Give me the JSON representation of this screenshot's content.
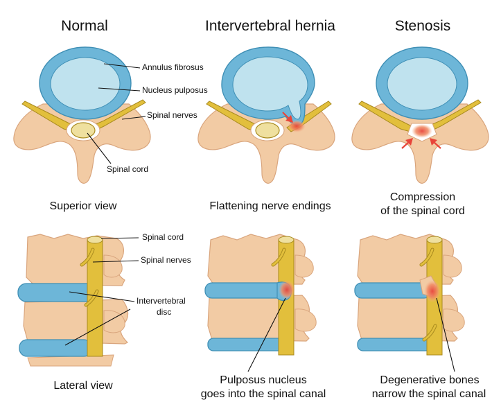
{
  "columns": {
    "normal": "Normal",
    "hernia": "Intervertebral hernia",
    "stenosis": "Stenosis"
  },
  "captions": {
    "superior_view": "Superior view",
    "flattening": "Flattening nerve endings",
    "compression_line1": "Compression",
    "compression_line2": "of the spinal cord",
    "lateral_view": "Lateral view",
    "pulposus_line1": "Pulposus nucleus",
    "pulposus_line2": "goes into the spinal canal",
    "degenerative_line1": "Degenerative bones",
    "degenerative_line2": "narrow the spinal canal"
  },
  "labels": {
    "annulus_fibrosus": "Annulus fibrosus",
    "nucleus_pulposus": "Nucleus pulposus",
    "spinal_nerves_top": "Spinal nerves",
    "spinal_cord_top": "Spinal cord",
    "spinal_cord_lateral": "Spinal cord",
    "spinal_nerves_lateral": "Spinal nerves",
    "intervertebral_line1": "Intervertebral",
    "intervertebral_line2": "disc"
  },
  "colors": {
    "bone": "#f2cba4",
    "bone_outline": "#d9a57d",
    "annulus": "#6db6d8",
    "nucleus": "#bfe2ee",
    "nerve": "#e2bf3c",
    "nerve_outline": "#a88a1e",
    "cord": "#efe09f",
    "inflammation": "#ef8a6a",
    "arrow": "#e8453a",
    "text": "#111111"
  }
}
